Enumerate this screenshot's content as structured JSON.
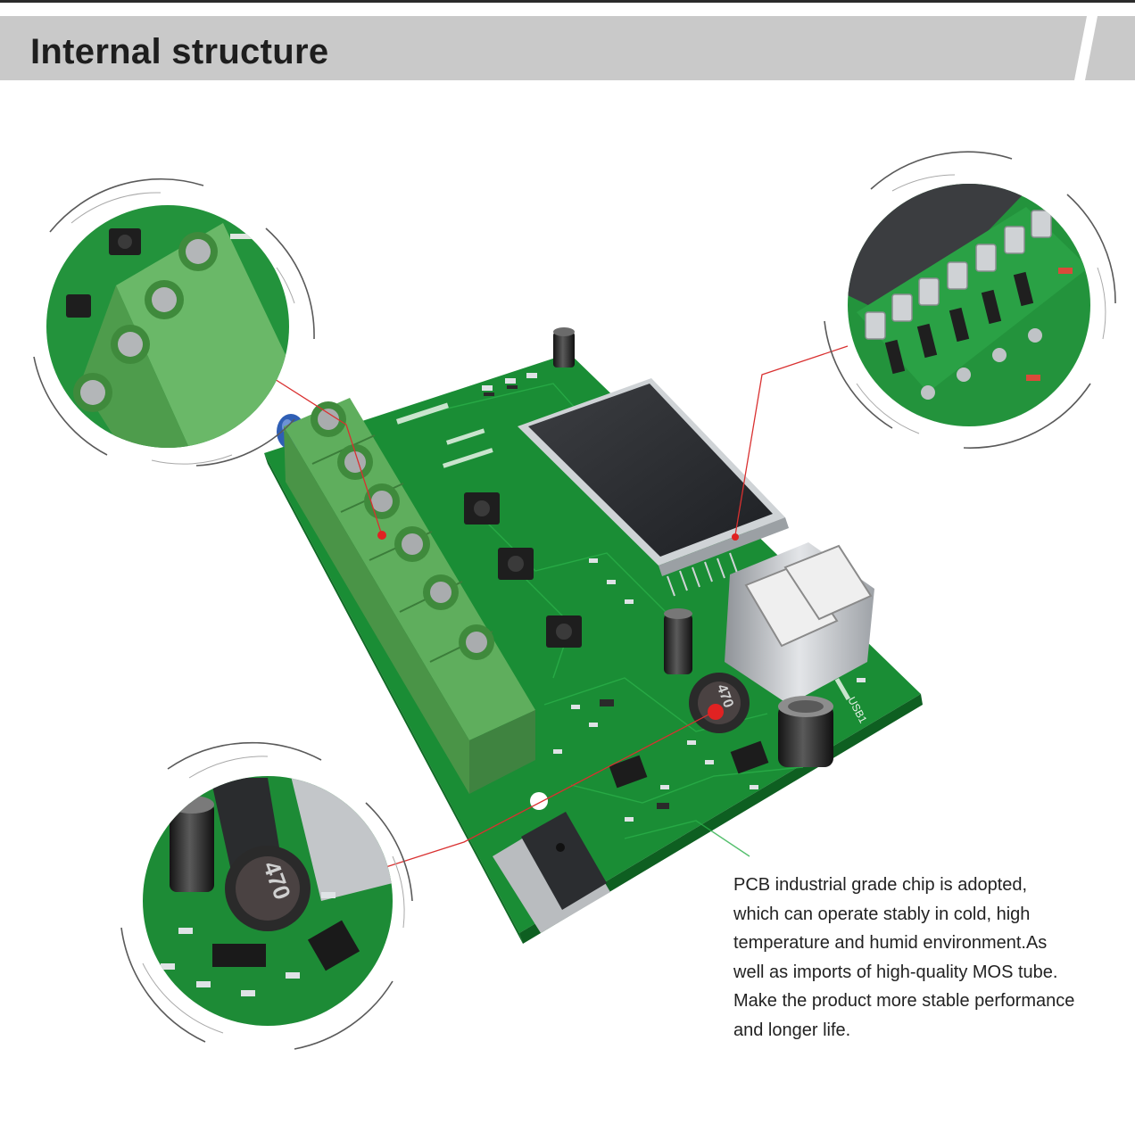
{
  "header": {
    "title": "Internal structure"
  },
  "product": {
    "board_labels": {
      "inductor_main": "470",
      "inductor_zoom": "470",
      "usb_port": "USB1"
    }
  },
  "description": {
    "lines": [
      "PCB industrial grade chip is adopted,",
      "which can operate stably in cold, high",
      "temperature and humid environment.As",
      "well as imports of high-quality MOS tube.",
      "Make the product more stable performance",
      "and longer life."
    ]
  },
  "colors": {
    "header_band": "#c9c9c9",
    "pcb_green": "#1f9a3a",
    "terminal_green": "#6cc06c",
    "leader_line": "#d93030"
  }
}
